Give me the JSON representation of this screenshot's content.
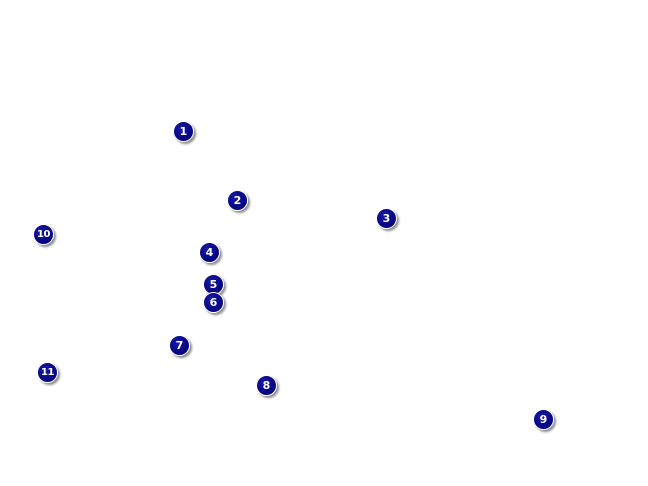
{
  "markers": [
    {
      "label": "1",
      "color": "#00007a"
    },
    {
      "label": "2",
      "color": "#00007a"
    },
    {
      "label": "3",
      "color": "#00007a"
    },
    {
      "label": "4",
      "color": "#00007a"
    },
    {
      "label": "5",
      "color": "#00007a"
    },
    {
      "label": "6",
      "color": "#00007a"
    },
    {
      "label": "7",
      "color": "#00007a"
    },
    {
      "label": "8",
      "color": "#00007a"
    },
    {
      "label": "9",
      "color": "#00007a"
    },
    {
      "label": "10",
      "color": "#00007a"
    },
    {
      "label": "11",
      "color": "#00007a"
    }
  ]
}
